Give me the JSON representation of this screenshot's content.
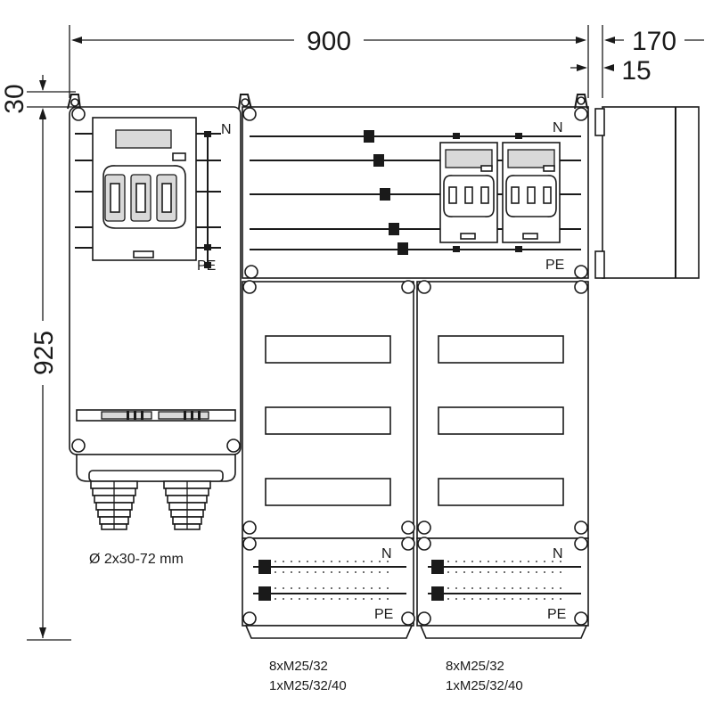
{
  "dimensions": {
    "width": "900",
    "depth": "170",
    "depth_offset": "15",
    "height": "925",
    "top_offset": "30"
  },
  "labels": {
    "neutral": "N",
    "protective_earth": "PE",
    "cable_entry": "Ø 2x30-72 mm",
    "gland_spec_left_line1": "8xM25/32",
    "gland_spec_left_line2": "1xM25/32/40",
    "gland_spec_right_line1": "8xM25/32",
    "gland_spec_right_line2": "1xM25/32/40"
  },
  "colors": {
    "line": "#1a1a1a",
    "fill_grey": "#d9d9d9",
    "background": "#ffffff"
  }
}
